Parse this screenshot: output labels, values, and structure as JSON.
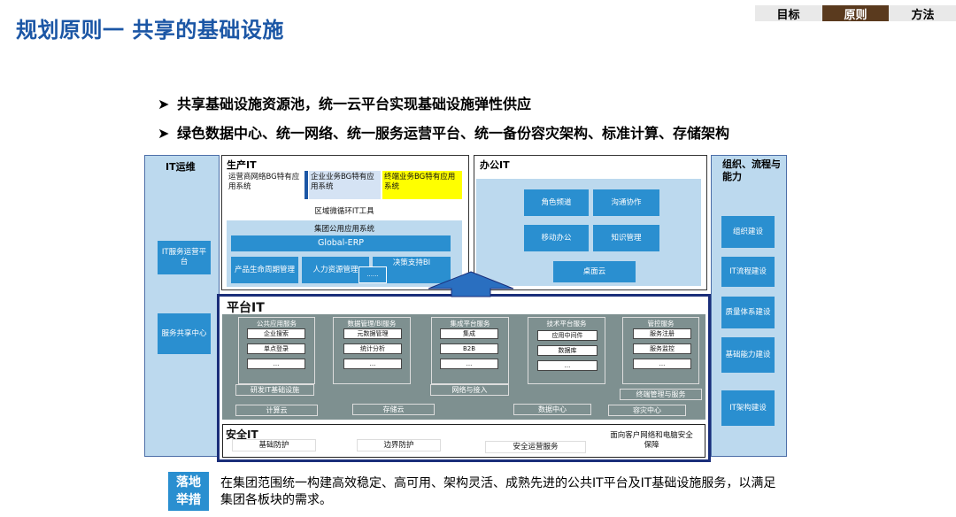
{
  "header": {
    "title": "规划原则一 共享的基础设施",
    "tabs": [
      {
        "label": "目标",
        "active": false
      },
      {
        "label": "原则",
        "active": true
      },
      {
        "label": "方法",
        "active": false
      }
    ]
  },
  "bullets": [
    "共享基础设施资源池，统一云平台实现基础设施弹性供应",
    "绿色数据中心、统一网络、统一服务运营平台、统一备份容灾架构、标准计算、存储架构"
  ],
  "bullet_marker": "➤",
  "it_ops": {
    "title": "IT运维",
    "items": [
      "IT服务运营平台",
      "服务共享中心"
    ]
  },
  "production_it": {
    "title": "生产IT",
    "bg_apps": [
      {
        "label": "运营商网络BG特有应用系统",
        "color": "#ffffff"
      },
      {
        "label": "企业业务BG特有应用系统",
        "color": "#d5e3f4"
      },
      {
        "label": "终端业务BG特有应用系统",
        "color": "#ffff00"
      }
    ],
    "regional": "区域微循环IT工具",
    "group_apps_title": "集团公用应用系统",
    "erp": "Global-ERP",
    "apps": [
      "产品生命周期管理",
      "人力资源管理",
      "决策支持BI"
    ],
    "ellipsis": "......"
  },
  "office_it": {
    "title": "办公IT",
    "items": [
      "角色频道",
      "沟通协作",
      "移动办公",
      "知识管理",
      "桌面云"
    ]
  },
  "org": {
    "title": "组织、流程与能力",
    "items": [
      "组织建设",
      "IT流程建设",
      "质量体系建设",
      "基础能力建设",
      "IT架构建设"
    ]
  },
  "platform_it": {
    "title": "平台IT",
    "services": [
      {
        "name": "公共应用服务",
        "items": [
          "企业搜索",
          "单点登录",
          "..."
        ]
      },
      {
        "name": "数据管理/BI服务",
        "items": [
          "元数据管理",
          "统计分析",
          "..."
        ]
      },
      {
        "name": "集成平台服务",
        "items": [
          "集成",
          "B2B",
          "..."
        ]
      },
      {
        "name": "技术平台服务",
        "items": [
          "应用中间件",
          "数据库",
          "..."
        ]
      },
      {
        "name": "管控服务",
        "items": [
          "服务注册",
          "服务监控",
          "..."
        ]
      }
    ],
    "bottom_labels": [
      "研发IT基础设施",
      "网络与接入",
      "终端管理与服务",
      "计算云",
      "存储云",
      "数据中心",
      "容灾中心"
    ]
  },
  "security_it": {
    "title": "安全IT",
    "items": [
      "基础防护",
      "边界防护",
      "安全运营服务",
      "面向客户网络和电脑安全保障"
    ]
  },
  "landing": {
    "badge": "落地举措",
    "text": "在集团范围统一构建高效稳定、高可用、架构灵活、成熟先进的公共IT平台及IT基础设施服务，以满足集团各板块的需求。"
  },
  "colors": {
    "accent": "#1b56a5",
    "panel_blue": "#bcd9ee",
    "button_blue": "#2a8fd0",
    "platform_gray": "#7e9090",
    "badge_blue": "#2a8fd0",
    "active_tab": "#5a3a1e"
  }
}
